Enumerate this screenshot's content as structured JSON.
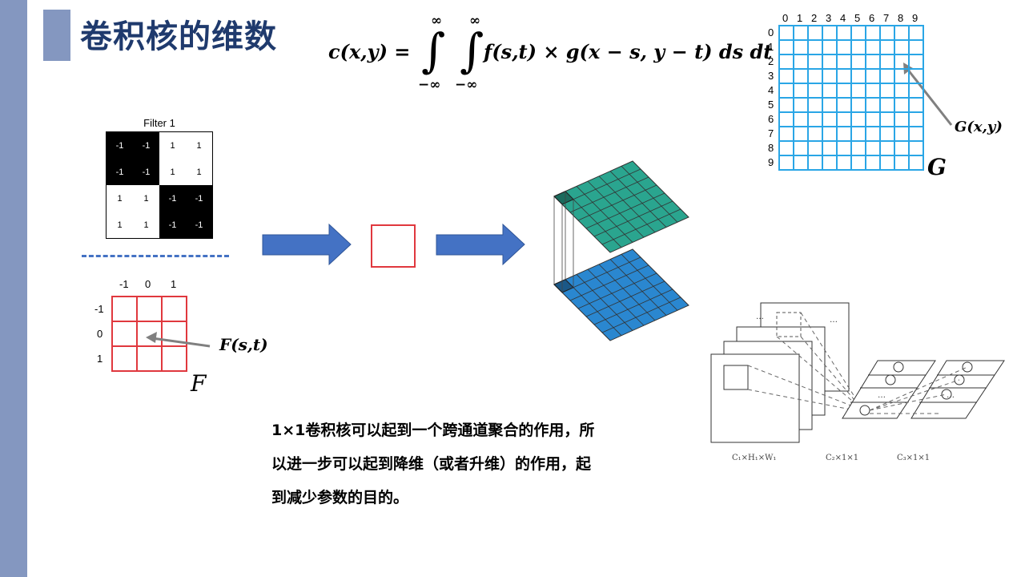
{
  "slide": {
    "title": "卷积核的维数",
    "formula": {
      "expression": "c(x,y) = ∫ ∫ f(s,t) × g(x − s, y − t) ds dt",
      "lhs": "c(x,y) =",
      "integrand": "f(s,t) × g(x − s, y − t) ds dt",
      "upper_bound": "∞",
      "lower_bound": "−∞"
    },
    "filter1": {
      "title": "Filter 1",
      "cells": [
        [
          "-1",
          "-1",
          "1",
          "1"
        ],
        [
          "-1",
          "-1",
          "1",
          "1"
        ],
        [
          "1",
          "1",
          "-1",
          "-1"
        ],
        [
          "1",
          "1",
          "-1",
          "-1"
        ]
      ]
    },
    "kernel_f": {
      "col_labels": [
        "-1",
        "0",
        "1"
      ],
      "row_labels": [
        "-1",
        "0",
        "1"
      ],
      "pointer_label": "F(s,t)",
      "name": "F"
    },
    "image_g": {
      "col_labels": [
        "0",
        "1",
        "2",
        "3",
        "4",
        "5",
        "6",
        "7",
        "8",
        "9"
      ],
      "row_labels": [
        "0",
        "1",
        "2",
        "3",
        "4",
        "5",
        "6",
        "7",
        "8",
        "9"
      ],
      "pointer_label": "G(x,y)",
      "name": "G"
    },
    "caption": {
      "line1": "1×1卷积核可以起到一个跨通道聚合的作用，所",
      "line2": "以进一步可以起到降维（或者升维）的作用，起",
      "line3": "到减少参数的目的。"
    },
    "conv_diagram": {
      "labels": [
        "C₁×H₁×W₁",
        "C₂×1×1",
        "C₃×1×1"
      ]
    },
    "colors": {
      "accent_band": "#8497c0",
      "title_color": "#1f3a6d",
      "arrow_blue": "#4472c4",
      "kernel_red": "#e0383e",
      "grid_cyan": "#2aa6e6",
      "top_plane": "#2aa58f",
      "bottom_plane": "#2a87d0"
    }
  }
}
